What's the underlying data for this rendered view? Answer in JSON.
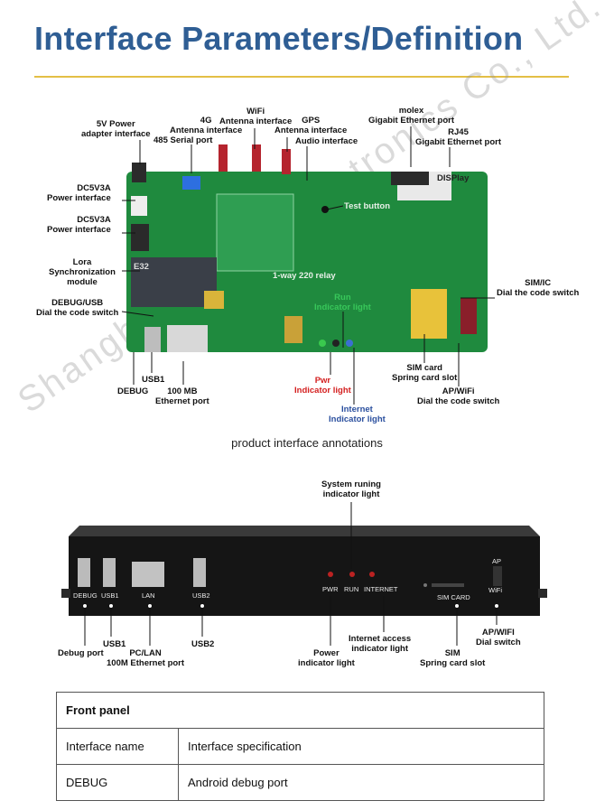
{
  "page": {
    "title": "Interface Parameters/Definition",
    "caption": "product interface annotations",
    "watermark": "Shanghai Xi Xun Electronics Co., Ltd."
  },
  "board_labels": {
    "power_5v": "5V Power\nadapter interface",
    "antenna_4g": "4G\nAntenna interface",
    "serial_485": "485 Serial port",
    "wifi": "WiFi\nAntenna interface",
    "gps": "GPS\nAntenna interface",
    "audio": "Audio interface",
    "molex": "molex\nGigabit Ethernet port",
    "rj45": "RJ45\nGigabit Ethernet port",
    "dc5v3a_1": "DC5V3A\nPower interface",
    "dc5v3a_2": "DC5V3A\nPower interface",
    "lora": "Lora\nSynchronization\nmodule",
    "debug_usb": "DEBUG/USB\nDial the code switch",
    "test_button": "Test button",
    "relay": "1-way 220 relay",
    "run_light": "Run\nIndicator light",
    "sim_ic": "SIM/IC\nDial the code switch",
    "usb1": "USB1",
    "debug": "DEBUG",
    "ethernet_100": "100 MB\nEthernet port",
    "pwr_light": "Pwr\nIndicator light",
    "internet_light": "Internet\nIndicator light",
    "sim_card": "SIM card\nSpring card slot",
    "ap_wifi": "AP/WiFi\nDial the code switch",
    "display_badge": "DISPlay",
    "module_text": "E32"
  },
  "front_labels": {
    "system_running": "System runing\nindicator light",
    "usb1": "USB1",
    "debug_port": "Debug port",
    "pc_lan": "PC/LAN\n100M Ethernet port",
    "usb2": "USB2",
    "power_light": "Power\nindicator light",
    "internet_access": "Internet access\nindicator light",
    "sim_slot": "SIM\nSpring card slot",
    "ap_wifi": "AP/WIFI\nDial switch"
  },
  "device_silkscreen": {
    "debug": "DEBUG",
    "usb1": "USB1",
    "lan": "LAN",
    "usb2": "USB2",
    "pwr": "PWR",
    "run": "RUN",
    "internet": "INTERNET",
    "sim_card": "SIM CARD",
    "ap": "AP",
    "wifi": "WiFi"
  },
  "table": {
    "header": "Front panel",
    "rows": [
      [
        "Interface name",
        "Interface specification"
      ],
      [
        "DEBUG",
        "Android debug port"
      ]
    ]
  },
  "colors": {
    "title": "#2f5e94",
    "rule": "#e3bf45",
    "pcb": "#1f8a3e",
    "pwr_label": "#d42020",
    "internet_label": "#2a4f9e",
    "run_label": "#38c75a"
  }
}
